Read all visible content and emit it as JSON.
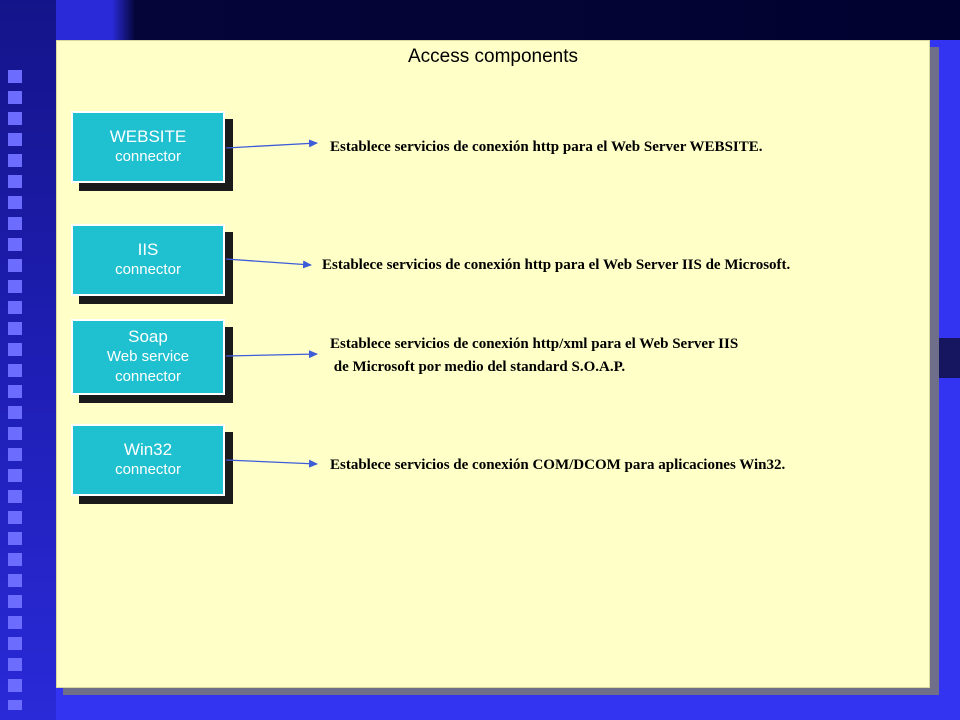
{
  "title": "Access components",
  "connectors": [
    {
      "lines": [
        "WEBSITE",
        "connector"
      ],
      "description": [
        "Establece servicios de conexión http para el Web Server WEBSITE."
      ]
    },
    {
      "lines": [
        "IIS",
        "connector"
      ],
      "description": [
        "Establece servicios de conexión http para el Web Server IIS de Microsoft."
      ]
    },
    {
      "lines": [
        "Soap",
        "Web service",
        "connector"
      ],
      "description": [
        "Establece servicios de conexión http/xml para el Web Server IIS",
        " de Microsoft por medio del standard S.O.A.P."
      ]
    },
    {
      "lines": [
        "Win32",
        "connector"
      ],
      "description": [
        "Establece servicios de conexión COM/DCOM para aplicaciones Win32."
      ]
    }
  ],
  "colors": {
    "background": "#3333f2",
    "panel": "#ffffc8",
    "connector_fill": "#1fc0d0",
    "arrow": "#3d5cd8"
  }
}
